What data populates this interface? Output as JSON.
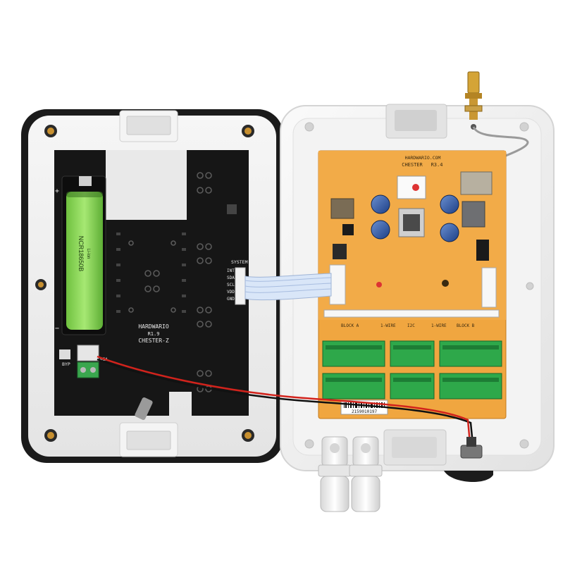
{
  "left_board": {
    "brand": "HARDWARIO",
    "revision": "R1.9",
    "model": "CHESTER-Z",
    "header_label": "SYSTEM",
    "header_pins": [
      "INT",
      "SDA",
      "SCL",
      "VDD",
      "GND"
    ],
    "bypass_label": "BYP",
    "polarity_plus": "+",
    "polarity_minus": "−",
    "nia_label": "NIA"
  },
  "battery": {
    "model": "NCR18650B",
    "chemistry": "Li-ion",
    "color": "#8fd85a"
  },
  "right_board": {
    "brand": "HARDWARIO.COM",
    "model": "CHESTER",
    "revision": "R3.4",
    "terminal_labels": [
      "BLOCK A",
      "1-WIRE",
      "I2C",
      "1-WIRE",
      "BLOCK B"
    ],
    "serial_number": "2159010197",
    "board_color": "#f0a640",
    "terminal_color": "#2ea84a"
  },
  "enclosure": {
    "color": "#eeeeee",
    "gasket_color": "#222222"
  }
}
